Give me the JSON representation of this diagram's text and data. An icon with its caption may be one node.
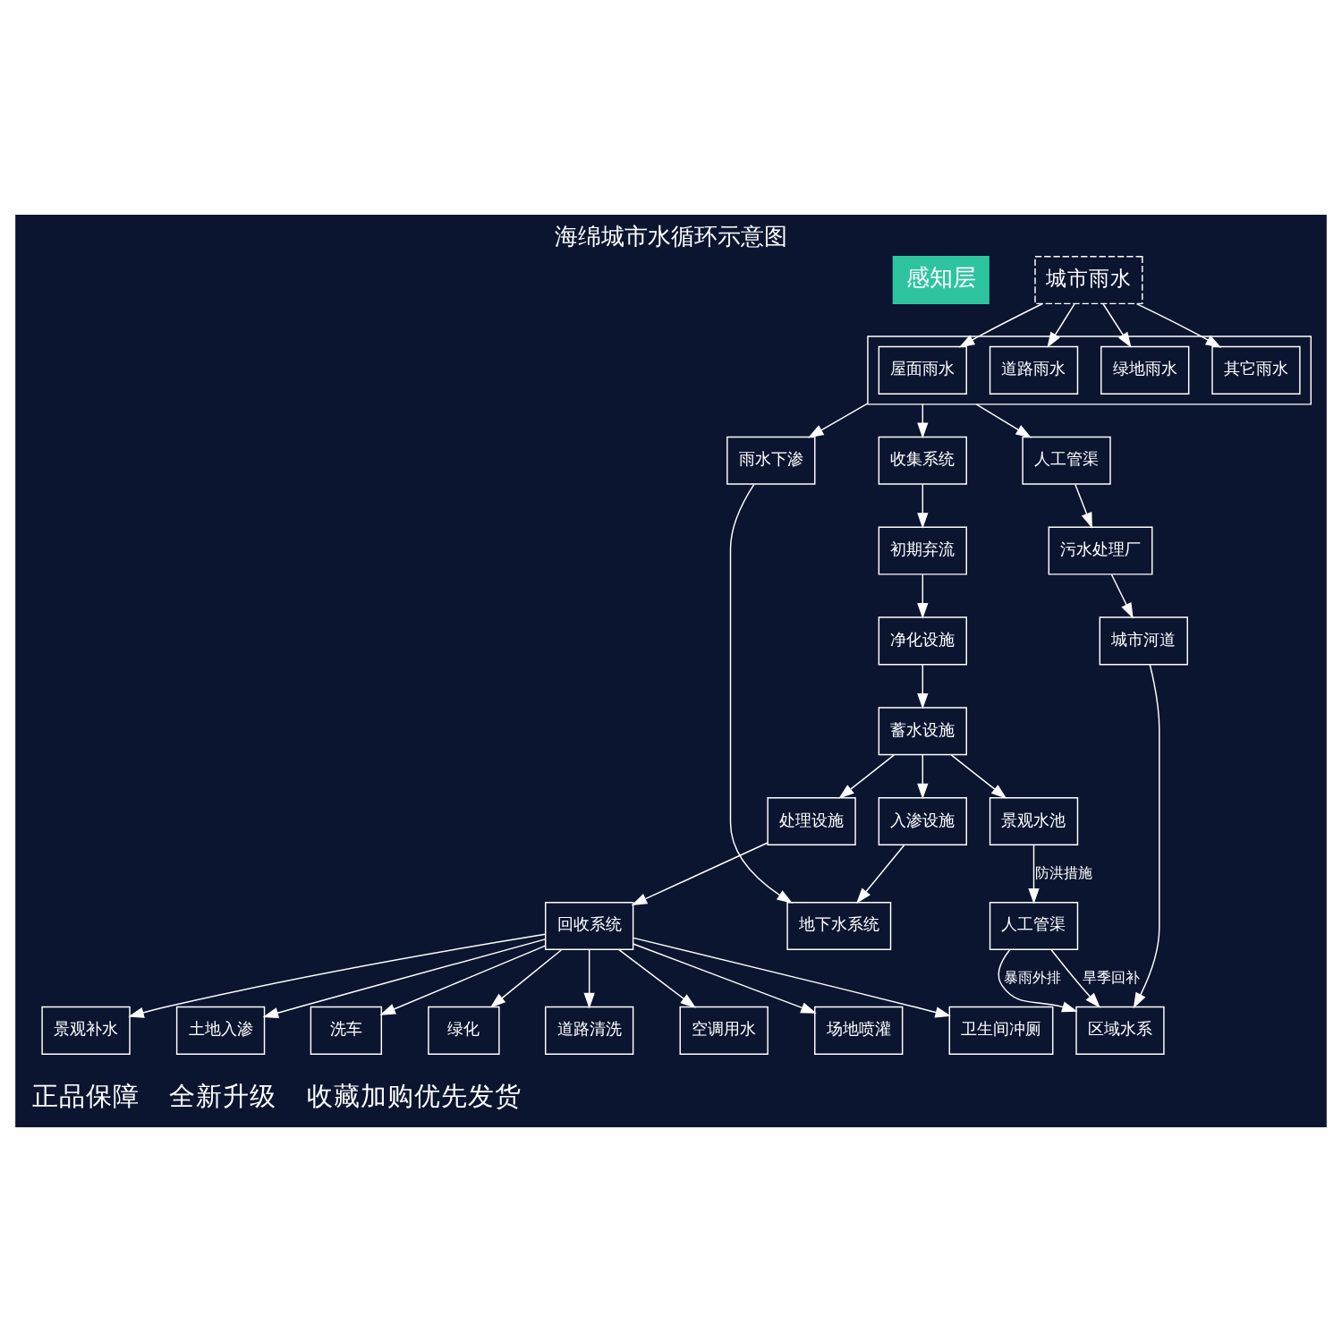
{
  "diagram": {
    "title": "海绵城市水循环示意图",
    "nodes": [
      {
        "text": [
          "感知层"
        ]
      },
      {
        "text": [
          "城市雨水"
        ]
      },
      {
        "text": [],
        "shape": "box"
      },
      {
        "text": [
          "屋面雨水"
        ],
        "in": 2
      },
      {
        "text": [
          "道路雨水"
        ],
        "in": 2
      },
      {
        "text": [
          "绿地雨水"
        ],
        "in": 2
      },
      {
        "text": [
          "其它雨水"
        ],
        "in": 2
      },
      {
        "text": [
          "收集系统"
        ]
      },
      {
        "text": [
          "人工管渠"
        ]
      },
      {
        "text": [
          "初期弃流"
        ]
      },
      {
        "text": [
          "净化设施"
        ]
      },
      {
        "text": [
          "蓄水设施"
        ]
      },
      {
        "text": [
          "雨水下渗"
        ]
      },
      {
        "text": [
          "污水处理厂"
        ]
      },
      {
        "text": [
          "城市河道"
        ]
      },
      {
        "text": [
          "入渗设施"
        ]
      },
      {
        "text": [
          "地下水系统"
        ]
      },
      {
        "text": [
          "景观水池"
        ]
      },
      {
        "text": [
          "人工管渠"
        ]
      },
      {
        "text": [
          "区域水系"
        ]
      },
      {
        "text": [
          "处理设施"
        ]
      },
      {
        "text": [
          "回收系统"
        ]
      },
      {
        "text": [
          "景观补水"
        ]
      },
      {
        "text": [
          "土地入渗"
        ]
      },
      {
        "text": [
          "洗车"
        ]
      },
      {
        "text": [
          "绿化"
        ]
      },
      {
        "text": [
          "道路清洗"
        ]
      },
      {
        "text": [
          "空调用水"
        ]
      },
      {
        "text": [
          "场地喷灌"
        ]
      },
      {
        "text": [
          "卫生间冲厕"
        ]
      }
    ],
    "edges": [
      {
        "from": 1,
        "to": 3,
        "arrow": "to"
      },
      {
        "from": 1,
        "to": 4,
        "arrow": "to"
      },
      {
        "from": 1,
        "to": 5,
        "arrow": "to"
      },
      {
        "from": 1,
        "to": 6,
        "arrow": "to"
      },
      {
        "from": 2,
        "to": 7,
        "arrow": "to"
      },
      {
        "from": 2,
        "to": 8,
        "arrow": "to"
      },
      {
        "from": 2,
        "to": 12,
        "arrow": "to"
      },
      {
        "from": 8,
        "to": 13,
        "arrow": "to"
      },
      {
        "from": 13,
        "to": 14,
        "arrow": "to"
      },
      {
        "from": 14,
        "to": 19,
        "arrow": "to"
      },
      {
        "from": 7,
        "to": 9,
        "arrow": "to"
      },
      {
        "from": 9,
        "to": 10,
        "arrow": "to"
      },
      {
        "from": 10,
        "to": 11,
        "arrow": "to"
      },
      {
        "from": 11,
        "to": 15,
        "arrow": "to"
      },
      {
        "from": 15,
        "to": 16,
        "arrow": "to"
      },
      {
        "from": 12,
        "to": 16,
        "arrow": "to"
      },
      {
        "from": 11,
        "to": 17,
        "arrow": "to"
      },
      {
        "from": 11,
        "to": 20,
        "arrow": "to"
      },
      {
        "from": 17,
        "to": 18,
        "arrow": "to",
        "label": "防洪措施"
      },
      {
        "from": 18,
        "to": 19,
        "arrow": "to",
        "label": "旱季回补"
      },
      {
        "from": 18,
        "to": 19,
        "arrow": "to",
        "label": "暴雨外排"
      },
      {
        "from": 20,
        "to": 21,
        "arrow": "to"
      },
      {
        "from": 21,
        "to": 22,
        "arrow": "to"
      },
      {
        "from": 21,
        "to": 23,
        "arrow": "to"
      },
      {
        "from": 21,
        "to": 24,
        "arrow": "to"
      },
      {
        "from": 21,
        "to": 25,
        "arrow": "to"
      },
      {
        "from": 21,
        "to": 26,
        "arrow": "to"
      },
      {
        "from": 21,
        "to": 27,
        "arrow": "to"
      },
      {
        "from": 21,
        "to": 28,
        "arrow": "to"
      },
      {
        "from": 21,
        "to": 29,
        "arrow": "to"
      }
    ],
    "labels": [
      "正品保障",
      "全新升级",
      "收藏加购优先发货"
    ]
  }
}
